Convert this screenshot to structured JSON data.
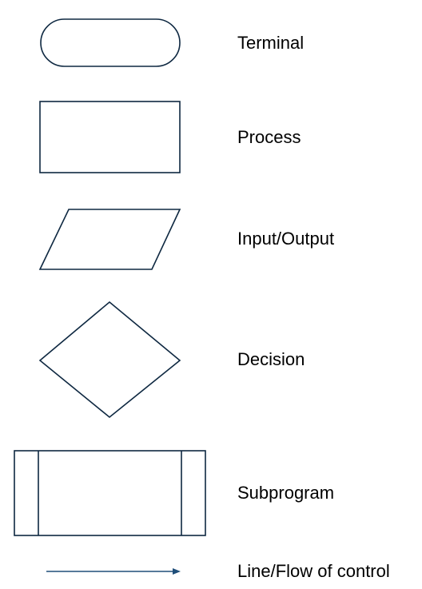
{
  "colors": {
    "shape_stroke": "#0e2841",
    "flow_line": "#1f4e79",
    "text": "#000000",
    "background": "#ffffff"
  },
  "legend": [
    {
      "shape": "terminal",
      "label": "Terminal"
    },
    {
      "shape": "process",
      "label": "Process"
    },
    {
      "shape": "input-output",
      "label": "Input/Output"
    },
    {
      "shape": "decision",
      "label": "Decision"
    },
    {
      "shape": "subprogram",
      "label": "Subprogram"
    },
    {
      "shape": "flow-line",
      "label": "Line/Flow of control"
    }
  ]
}
